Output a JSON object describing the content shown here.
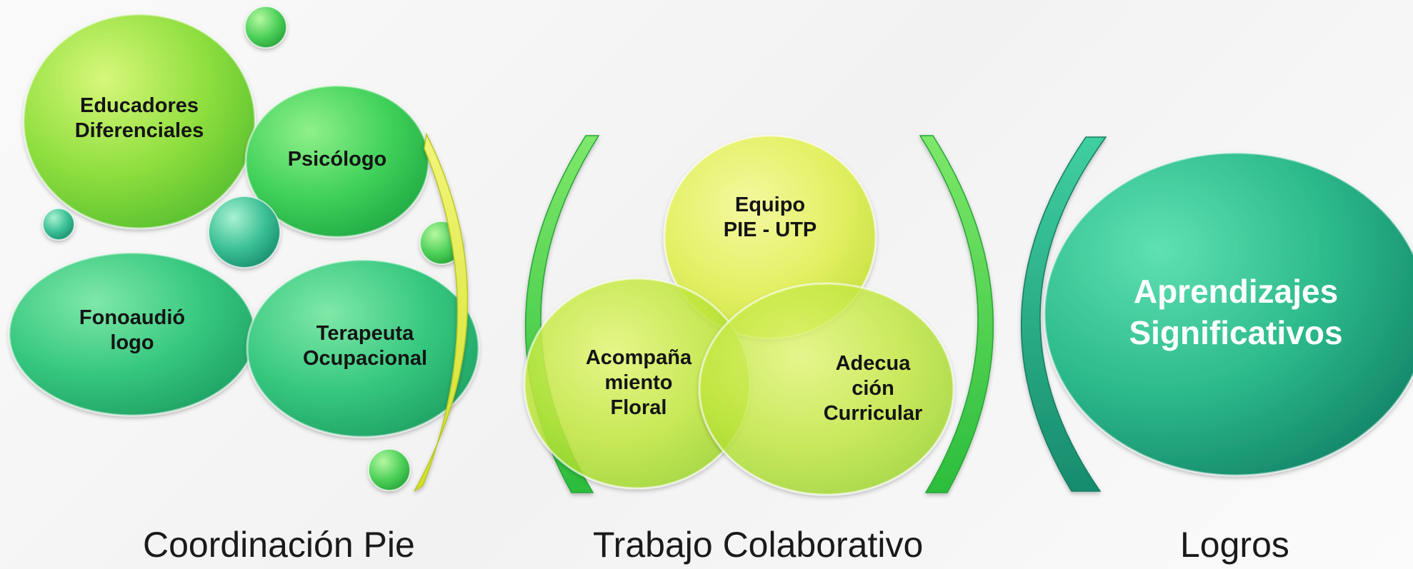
{
  "groups": {
    "coordinacion": {
      "caption": "Coordinación Pie",
      "nodes": {
        "educadores": "Educadores\nDiferenciales",
        "psicologo": "Psicólogo",
        "fonoaudiologo": "Fonoaudió\nlogo",
        "terapeuta": "Terapeuta\nOcupacional"
      }
    },
    "trabajo": {
      "caption": "Trabajo Colaborativo",
      "nodes": {
        "equipo": "Equipo\nPIE - UTP",
        "acompanamiento": "Acompaña\nmiento\nFloral",
        "adecuacion": "Adecua\nción\nCurricular"
      }
    },
    "logros": {
      "caption": "Logros",
      "nodes": {
        "aprendizajes": "Aprendizajes\nSignificativos"
      }
    }
  },
  "colors": {
    "lime": "#b8e83a",
    "green": "#4fd35a",
    "teal": "#2fb48e",
    "yellow": "#dff05a",
    "dark_teal": "#1d8f74"
  }
}
